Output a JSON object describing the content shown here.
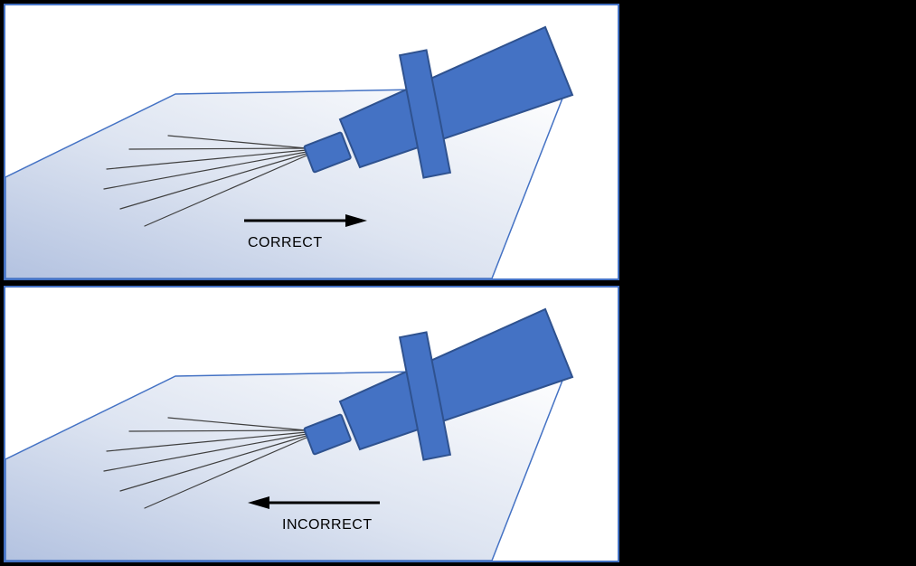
{
  "diagram": {
    "description": "Spray nozzle direction instruction diagram with two panels",
    "panels": [
      {
        "label": "CORRECT",
        "arrow_direction": "right"
      },
      {
        "label": "INCORRECT",
        "arrow_direction": "left"
      }
    ],
    "colors": {
      "background": "#000000",
      "panel_border": "#4472C4",
      "panel_background": "#ffffff",
      "gun_fill": "#4472C4",
      "gun_outline": "#2F528F",
      "surface_outline": "#4472C4",
      "surface_gradient_start": "#ffffff",
      "surface_gradient_end": "#b3c2e0",
      "spray_line_color": "#3f3f3f",
      "arrow_color": "#000000",
      "label_color": "#000000"
    }
  }
}
